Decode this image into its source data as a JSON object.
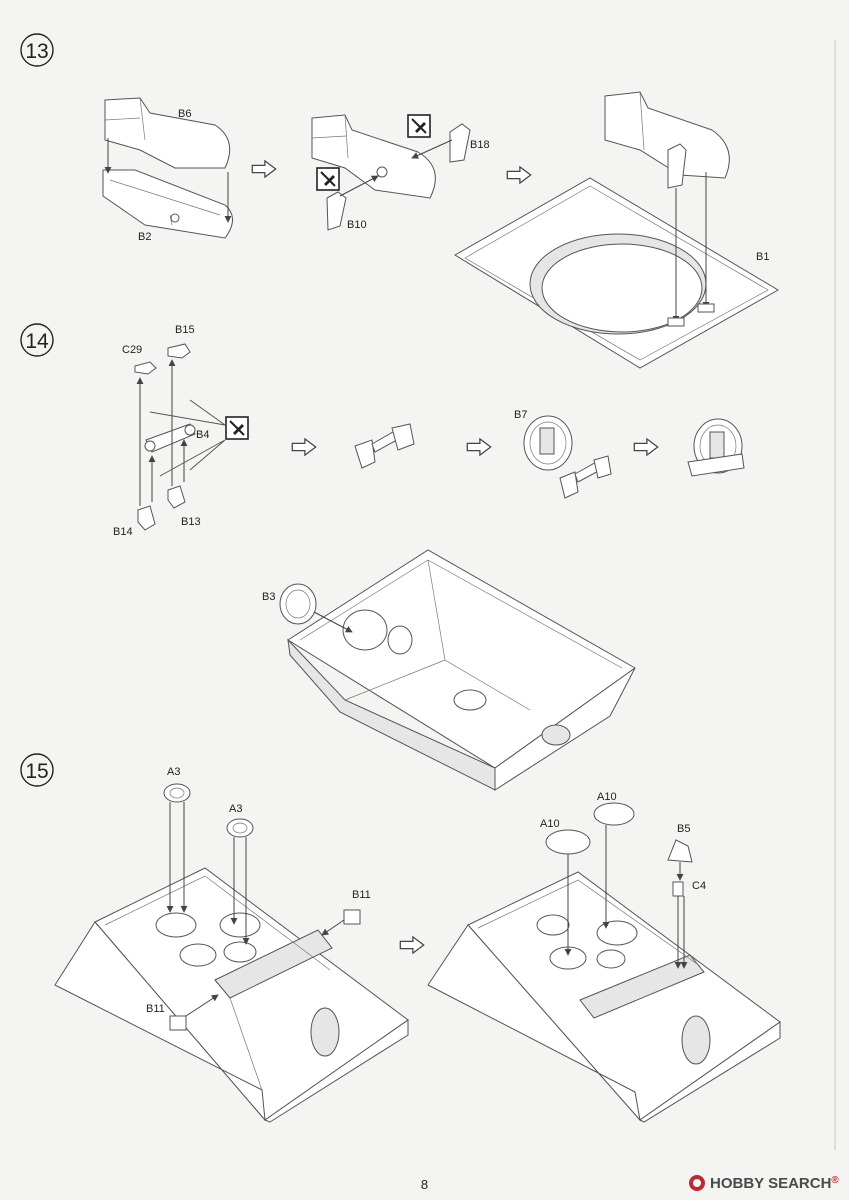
{
  "steps": [
    {
      "number": "13",
      "labels": {
        "b6": "B6",
        "b2": "B2",
        "b10": "B10",
        "b18": "B18",
        "b1": "B1"
      }
    },
    {
      "number": "14",
      "labels": {
        "c29": "C29",
        "b15": "B15",
        "b4": "B4",
        "b14": "B14",
        "b13": "B13",
        "b7": "B7",
        "b3": "B3"
      }
    },
    {
      "number": "15",
      "labels": {
        "a3_1": "A3",
        "a3_2": "A3",
        "b11_1": "B11",
        "b11_2": "B11",
        "a10_1": "A10",
        "a10_2": "A10",
        "b5": "B5",
        "c4": "C4"
      }
    }
  ],
  "page_number": "8",
  "watermark": {
    "brand": "HOBBY SEARCH",
    "symbol": "®"
  },
  "icons": [
    "cut-off-icon",
    "next-step-arrow-icon",
    "hobby-search-logo-icon"
  ]
}
